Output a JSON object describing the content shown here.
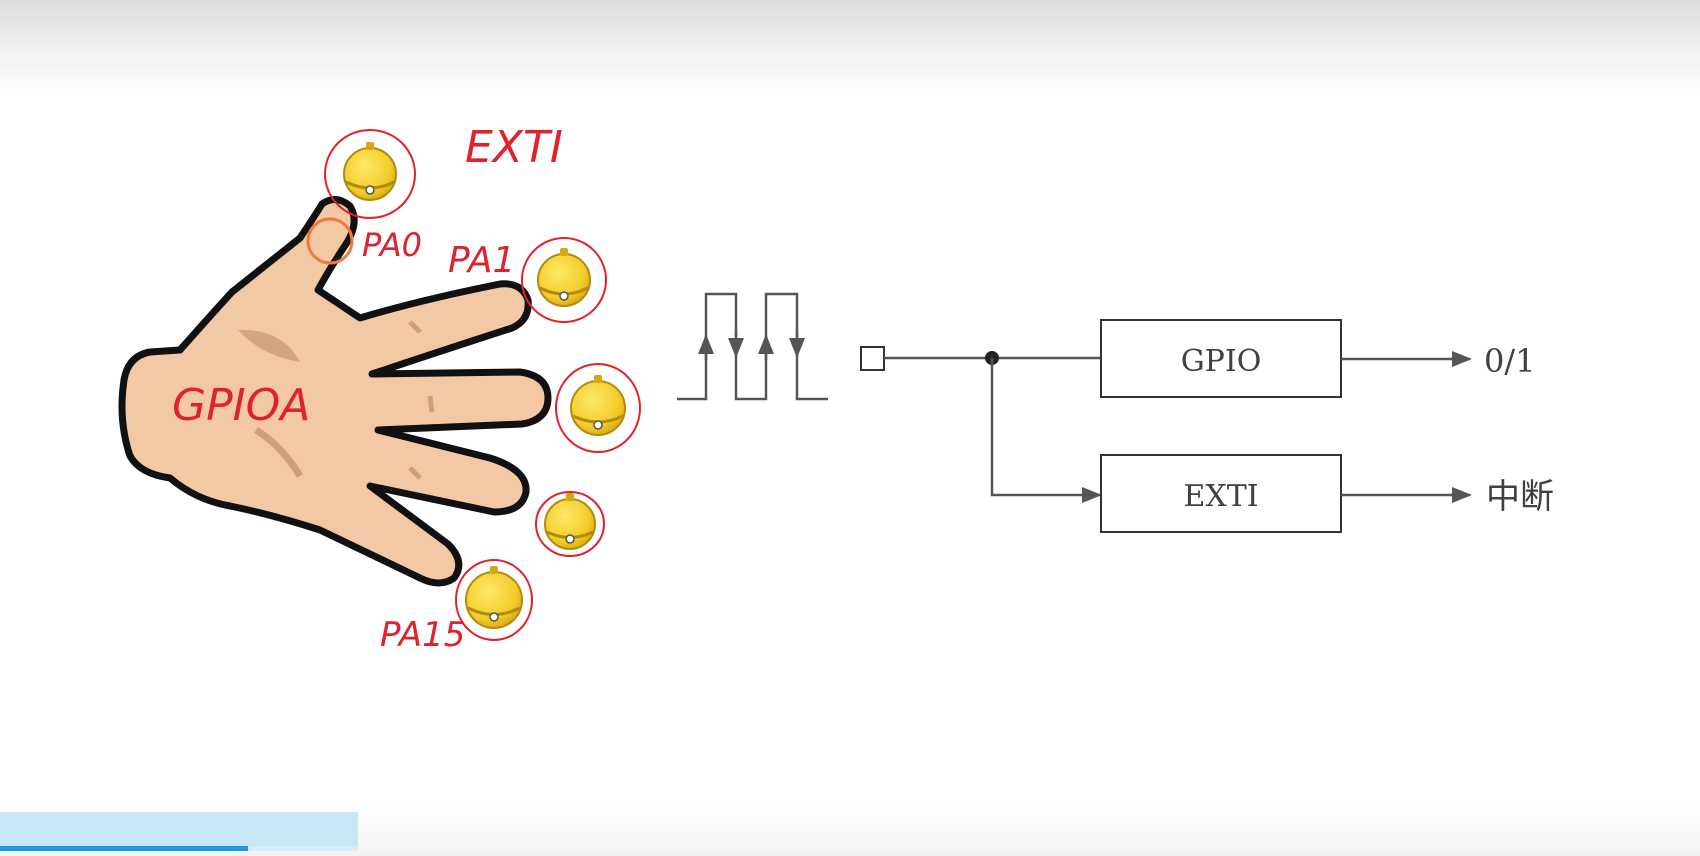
{
  "annotations": {
    "title": "EXTI",
    "port": "GPIOA",
    "pin_first": "PA0",
    "pin_second": "PA1",
    "pin_last": "PA15"
  },
  "diagram": {
    "block_top": "GPIO",
    "block_bottom": "EXTI",
    "output_top": "0/1",
    "output_bottom": "中断"
  },
  "player": {
    "progress_fraction": 0.146
  },
  "colors": {
    "ink_red": "#e0222a",
    "bell_yellow": "#f2cd2a",
    "skin": "#f3c9a5",
    "line_gray": "#555555"
  }
}
